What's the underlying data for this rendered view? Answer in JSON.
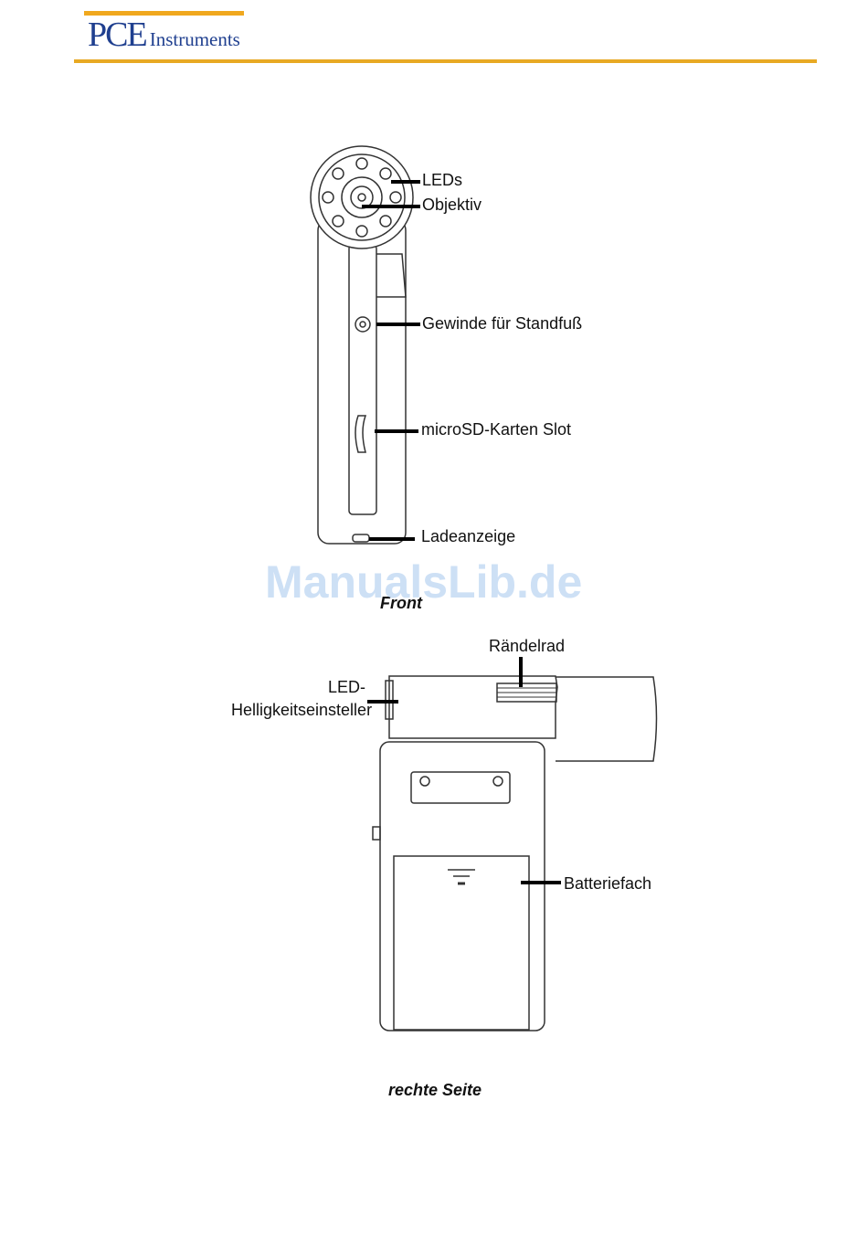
{
  "header": {
    "logo_pce": "PCE",
    "logo_instruments": "Instruments"
  },
  "front_view": {
    "labels": {
      "leds": "LEDs",
      "objektiv": "Objektiv",
      "gewinde": "Gewinde für Standfuß",
      "microsd": "microSD-Karten Slot",
      "ladeanzeige": "Ladeanzeige"
    },
    "caption": "Front"
  },
  "side_view": {
    "labels": {
      "raendelrad": "Rändelrad",
      "led_line1": "LED-",
      "led_line2": "Helligkeitseinsteller",
      "batteriefach": "Batteriefach"
    },
    "caption": "rechte Seite"
  },
  "watermark": "ManualsLib.de",
  "colors": {
    "brand_blue": "#1f3f8f",
    "brand_orange": "#e8a923"
  }
}
